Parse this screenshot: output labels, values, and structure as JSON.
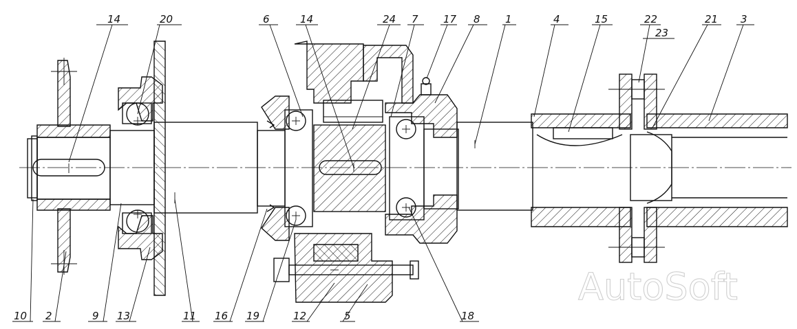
{
  "watermark": "AutoSoft",
  "callouts": [
    {
      "id": "c14a",
      "label": "14"
    },
    {
      "id": "c20",
      "label": "20"
    },
    {
      "id": "c6",
      "label": "6"
    },
    {
      "id": "c14b",
      "label": "14"
    },
    {
      "id": "c24",
      "label": "24"
    },
    {
      "id": "c7",
      "label": "7"
    },
    {
      "id": "c17",
      "label": "17"
    },
    {
      "id": "c8",
      "label": "8"
    },
    {
      "id": "c1",
      "label": "1"
    },
    {
      "id": "c4",
      "label": "4"
    },
    {
      "id": "c15",
      "label": "15"
    },
    {
      "id": "c22",
      "label": "22"
    },
    {
      "id": "c23",
      "label": "23"
    },
    {
      "id": "c21",
      "label": "21"
    },
    {
      "id": "c3",
      "label": "3"
    },
    {
      "id": "c10",
      "label": "10"
    },
    {
      "id": "c2",
      "label": "2"
    },
    {
      "id": "c9",
      "label": "9"
    },
    {
      "id": "c13",
      "label": "13"
    },
    {
      "id": "c11",
      "label": "11"
    },
    {
      "id": "c16",
      "label": "16"
    },
    {
      "id": "c19",
      "label": "19"
    },
    {
      "id": "c12",
      "label": "12"
    },
    {
      "id": "c5",
      "label": "5"
    },
    {
      "id": "c18",
      "label": "18"
    }
  ]
}
